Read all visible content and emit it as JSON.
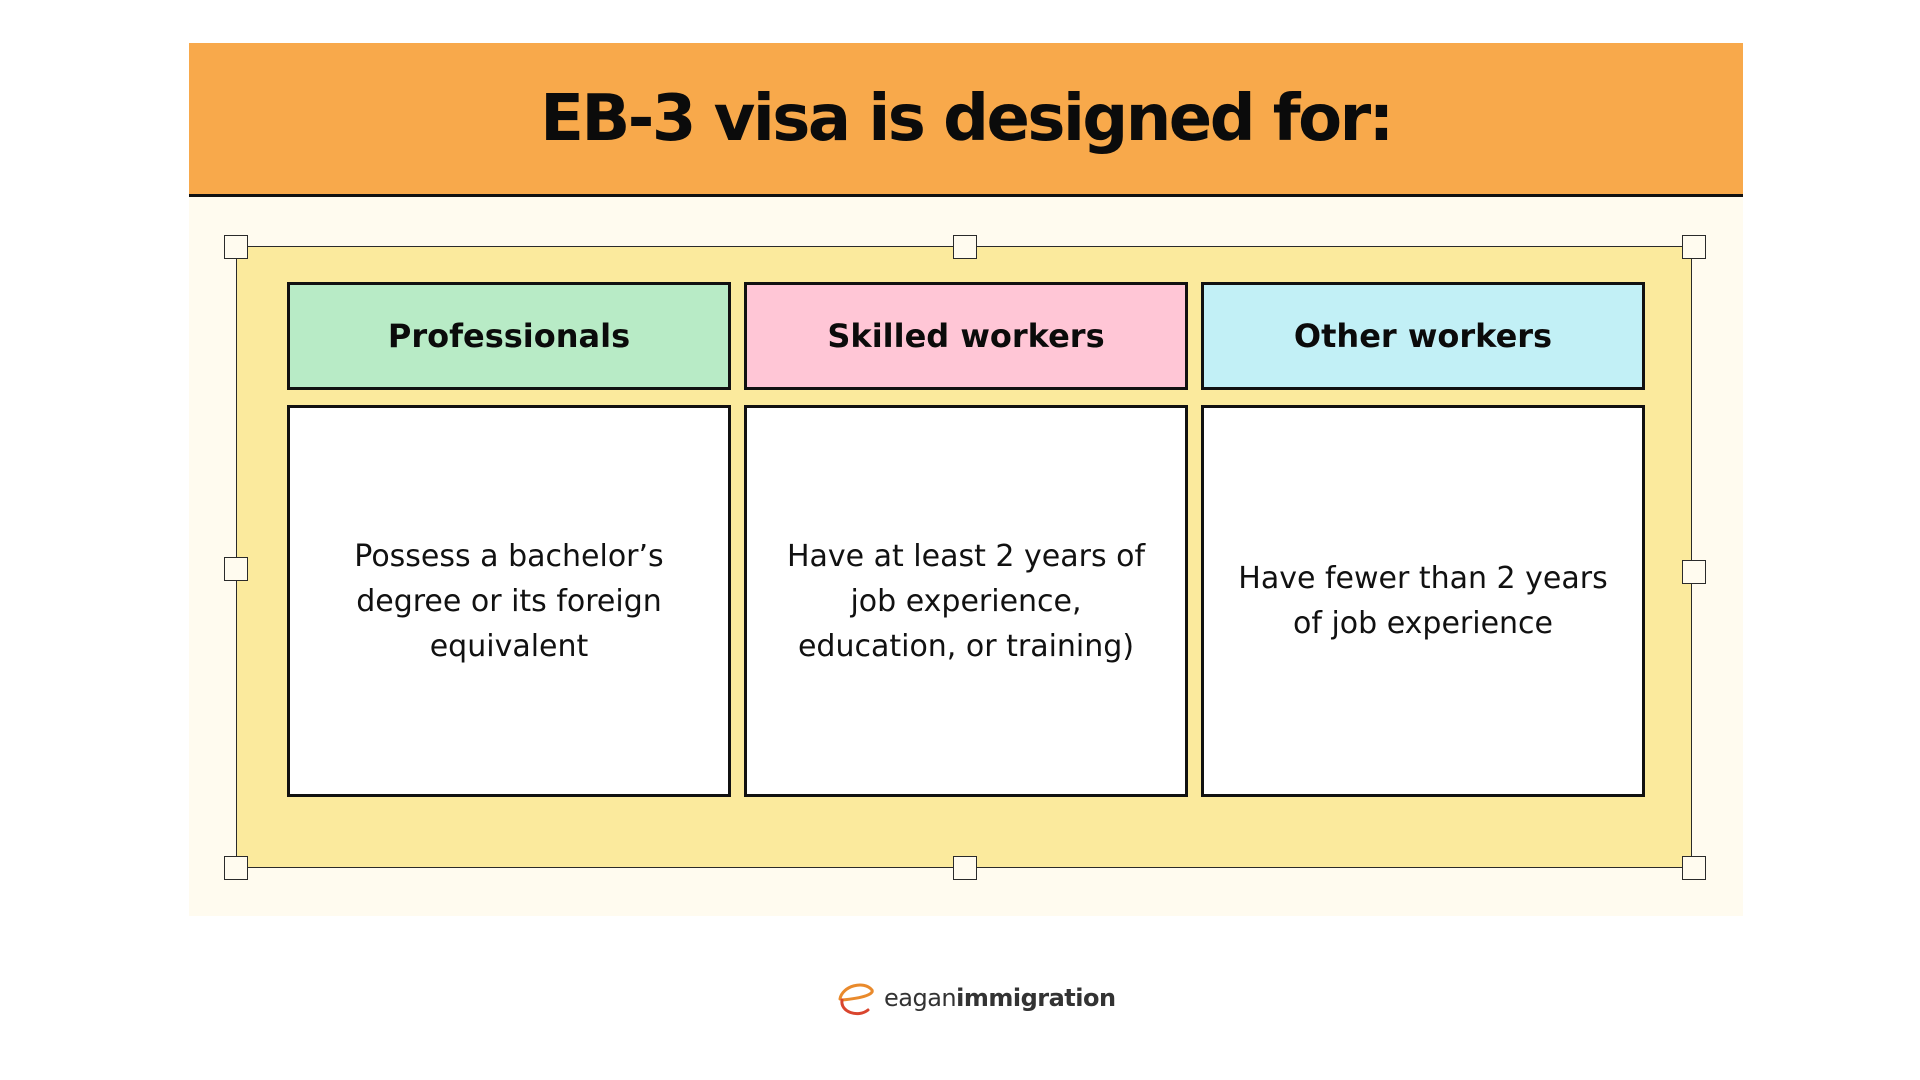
{
  "title": "EB-3 visa is designed for:",
  "colors": {
    "banner": "#f8a94b",
    "panel": "#fbea9d",
    "card_bg": "#fffbef"
  },
  "columns": [
    {
      "heading": "Professionals",
      "description": "Possess a bachelor’s degree or its foreign equivalent",
      "color": "#b8ebc6"
    },
    {
      "heading": "Skilled workers",
      "description": "Have at least 2 years of job experience, education, or training)",
      "color": "#ffc6d6"
    },
    {
      "heading": "Other workers",
      "description": "Have fewer than 2 years of job experience",
      "color": "#c2f0f6"
    }
  ],
  "logo": {
    "light": "eagan",
    "bold": "immigration",
    "icon": "eagan-e-logo-icon"
  }
}
